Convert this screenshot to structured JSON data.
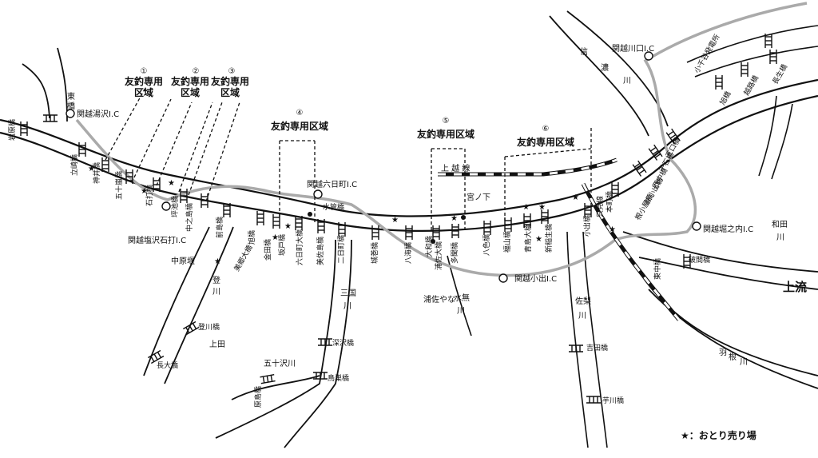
{
  "zones": [
    {
      "number": "①",
      "label_lines": [
        "友釣専用",
        "区域"
      ]
    },
    {
      "number": "②",
      "label_lines": [
        "友釣専用",
        "区域"
      ]
    },
    {
      "number": "③",
      "label_lines": [
        "友釣専用",
        "区域"
      ]
    },
    {
      "number": "④",
      "label_lines": [
        "友釣専用区域"
      ]
    },
    {
      "number": "⑤",
      "label_lines": [
        "友釣専用区域"
      ]
    },
    {
      "number": "⑥",
      "label_lines": [
        "友釣専用区域"
      ]
    }
  ],
  "interchanges": {
    "yuzawa": "関越湯沢I.C",
    "shiozawa": "関越塩沢石打I.C",
    "muikamachi": "関越六日町I.C",
    "koide": "関越小出I.C",
    "horinouchi": "関越堀之内I.C",
    "kawaguchi": "関越川口I.C"
  },
  "rivers": {
    "shinano": [
      "信",
      "濃",
      "川"
    ],
    "wada": [
      "和田",
      "川"
    ],
    "noborikawa": [
      "登",
      "川"
    ],
    "mikuni": [
      "三国",
      "川"
    ],
    "igarashizawa": "五十沢川",
    "mizunashi": [
      "水無",
      "川"
    ],
    "sarukawa": [
      "佐梨",
      "川"
    ],
    "ubukawa": [
      "羽",
      "根",
      "川"
    ],
    "upstream": "上流"
  },
  "rail": "上 越 線",
  "places": {
    "higashi": [
      "東",
      "橋"
    ],
    "nakahara": "中原堰",
    "ueda": "上田",
    "uraza_yana": "浦佐やな",
    "miyanoshita": "宮ノ下",
    "power": [
      "小千谷発電所"
    ]
  },
  "bridges": {
    "iwahara": "岩原橋",
    "tachizaki": "立崎橋",
    "kamii": "神井橋",
    "goju": "五十嵐橋",
    "ishiuchi": "石打橋",
    "tsuboike": "坪池橋",
    "nakanoshima": "中之島橋",
    "mae": "前島橋",
    "biyo": "美郷大橋",
    "asahi": "旭橋",
    "kanada": "金田橋",
    "sakado": "坂戸橋",
    "muika": "六日町大橋",
    "misa": "美佐島橋",
    "futsuka": "二日町橋",
    "suikan": "水管橋",
    "jobi": "城巻橋",
    "hakkai": "八海橋",
    "urasa": "浦佐大橋",
    "yamato": "大和橋",
    "tamon": "多聞橋",
    "yairo": "八色橋",
    "fukuyama": "福山橋",
    "aoshima": "青島大橋",
    "shinsaigo": "新稲生橋",
    "koidebashi": "小出橋",
    "honmura": "本町橋",
    "koide_rail": "只見線",
    "nobori": "登川橋",
    "nagaoi": "長大橋",
    "fukasawa": "深沢橋",
    "torisu": "鳥巣橋",
    "harashima": "原島橋",
    "yoshida": "吉田橋",
    "imogawa": "芋川橋",
    "hakaimai": "破間橋",
    "sanguchi": "三口橋",
    "sengoku": "千石橋",
    "nisshi": "西中橋",
    "shinko": "新小出橋",
    "negoro": "根小屋橋",
    "sakudo": "東中橋",
    "akibashi": "旭橋",
    "kunisaka": "越路橋",
    "nagaike": "長生橋"
  },
  "legend": "★：おとり売り場"
}
